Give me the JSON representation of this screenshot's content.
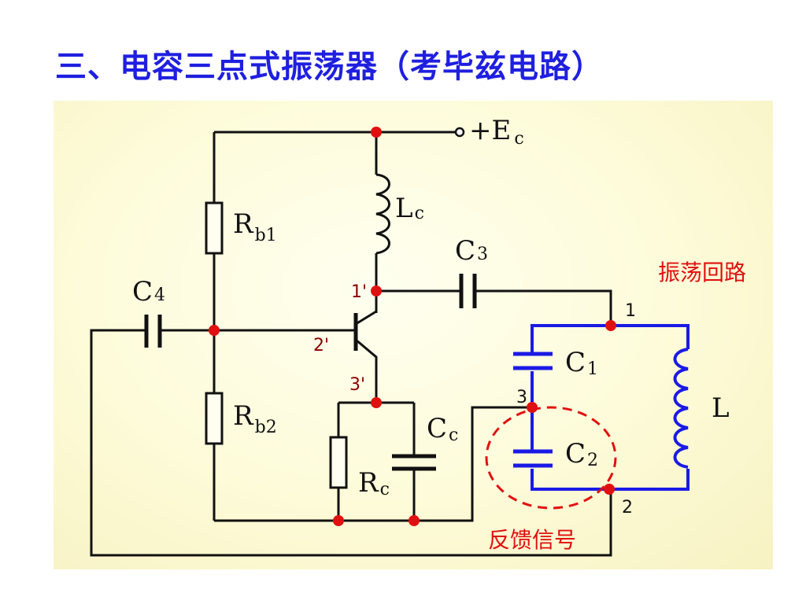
{
  "title": "三、电容三点式振荡器（考毕兹电路）",
  "labels": {
    "supply_main": "+E",
    "supply_sub": "c",
    "rb1_main": "R",
    "rb1_sub": "b1",
    "rb2_main": "R",
    "rb2_sub": "b2",
    "lc_main": "L",
    "lc_sub": "c",
    "c3_main": "C",
    "c3_sub": "3",
    "c4_main": "C",
    "c4_sub": "4",
    "cc_main": "C",
    "cc_sub": "c",
    "rc_main": "R",
    "rc_sub": "c",
    "c1_main": "C",
    "c1_sub": "1",
    "c2_main": "C",
    "c2_sub": "2",
    "l_main": "L",
    "node_1p": "1'",
    "node_2p": "2'",
    "node_3p": "3'",
    "node_1": "1",
    "node_2": "2",
    "node_3": "3",
    "tank_label": "振荡回路",
    "feedback_label": "反馈信号"
  },
  "colors": {
    "title": "#1f1fe0",
    "wire": "#111111",
    "tank_wire": "#1a1ae6",
    "node_dot": "#e01010",
    "annotation": "#e01010"
  }
}
